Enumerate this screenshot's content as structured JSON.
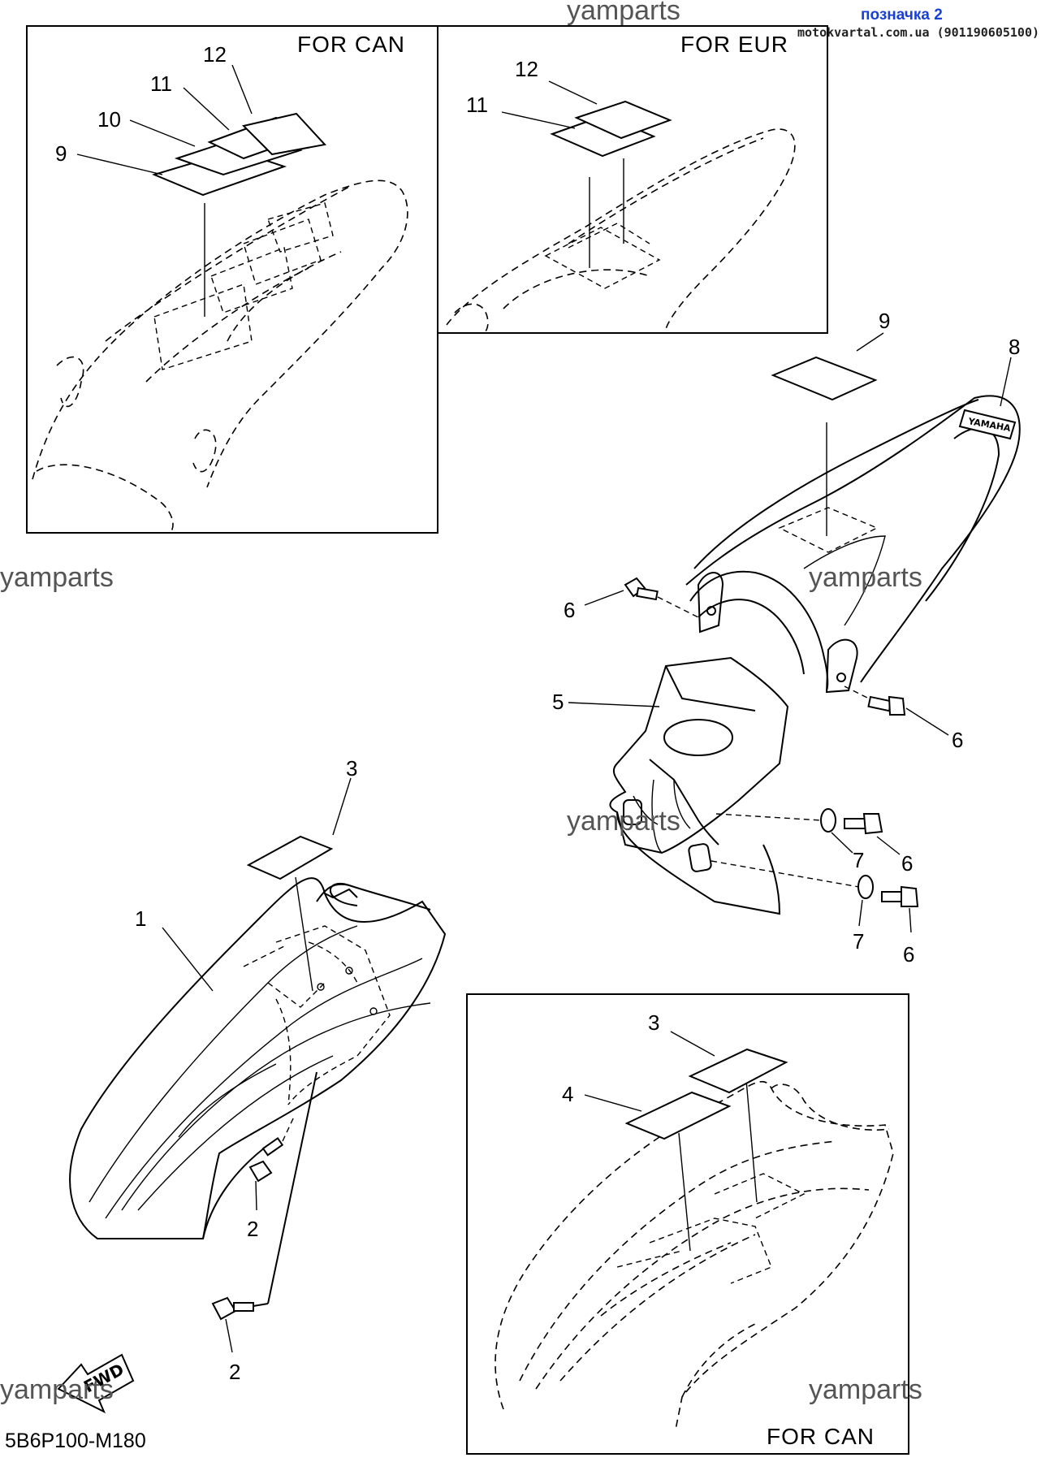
{
  "header": {
    "watermark_top": "yamparts",
    "label": "позначка 2",
    "site": "motokvartal.com.ua (901190605100)"
  },
  "boxes": {
    "can_rear_title": "FOR CAN",
    "eur_rear_title": "FOR EUR",
    "can_front_title": "FOR CAN"
  },
  "watermarks": {
    "left_mid": "yamparts",
    "right_mid": "yamparts",
    "center": "yamparts",
    "bottom_left": "yamparts",
    "bottom_right": "yamparts"
  },
  "callouts": {
    "can_12": "12",
    "can_11": "11",
    "can_10": "10",
    "can_9": "9",
    "eur_12": "12",
    "eur_11": "11",
    "main_9": "9",
    "main_8": "8",
    "main_6a": "6",
    "main_5": "5",
    "main_6b": "6",
    "main_7a": "7",
    "main_6c": "6",
    "main_7b": "7",
    "main_6d": "6",
    "front_3": "3",
    "front_1": "1",
    "front_2a": "2",
    "front_2b": "2",
    "box_3": "3",
    "box_4": "4"
  },
  "decal_text": "YAMAHA",
  "fwd_arrow": "FWD",
  "diagram_code": "5B6P100-M180"
}
